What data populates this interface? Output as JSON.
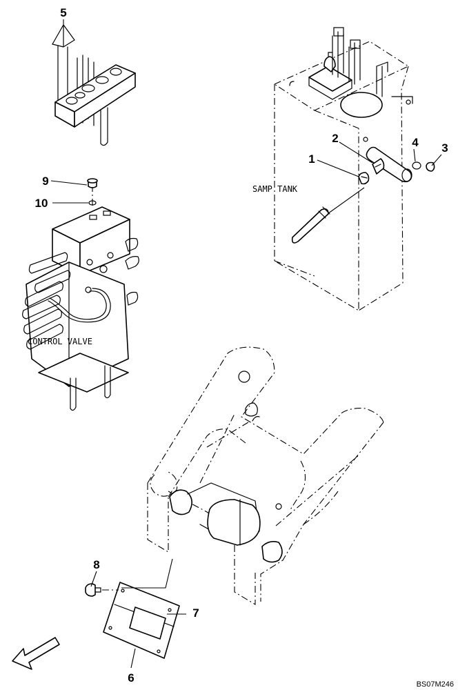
{
  "callouts": {
    "c1": "1",
    "c2": "2",
    "c3": "3",
    "c4": "4",
    "c5": "5",
    "c6": "6",
    "c7": "7",
    "c8": "8",
    "c9": "9",
    "c10": "10"
  },
  "labels": {
    "samp_tank": "SAMP TANK",
    "control_valve": "CONTROL VALVE"
  },
  "drawing_code": "BS07M246",
  "colors": {
    "line": "#000000",
    "background": "#ffffff"
  },
  "icons": {
    "direction_arrow": "front-direction-arrow-icon"
  }
}
